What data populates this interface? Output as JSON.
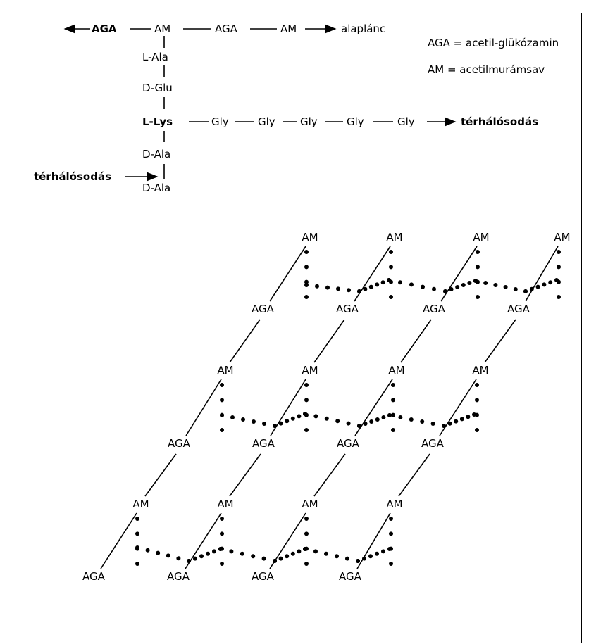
{
  "top_chain": {
    "aga1": "AGA",
    "am1": "AM",
    "aga2": "AGA",
    "am2": "AM",
    "chain_label": "alaplánc"
  },
  "legend": {
    "aga_line": "AGA = acetil-glükózamin",
    "am_line": "AM = acetilmurámsav"
  },
  "peptide": {
    "residues": [
      "L-Ala",
      "D-Glu",
      "L-Lys",
      "D-Ala",
      "D-Ala"
    ],
    "bridge": [
      "Gly",
      "Gly",
      "Gly",
      "Gly",
      "Gly"
    ],
    "crosslink_right": "térhálósodás",
    "crosslink_left": "térhálósodás"
  },
  "lattice": {
    "am_label": "AM",
    "aga_label": "AGA"
  }
}
